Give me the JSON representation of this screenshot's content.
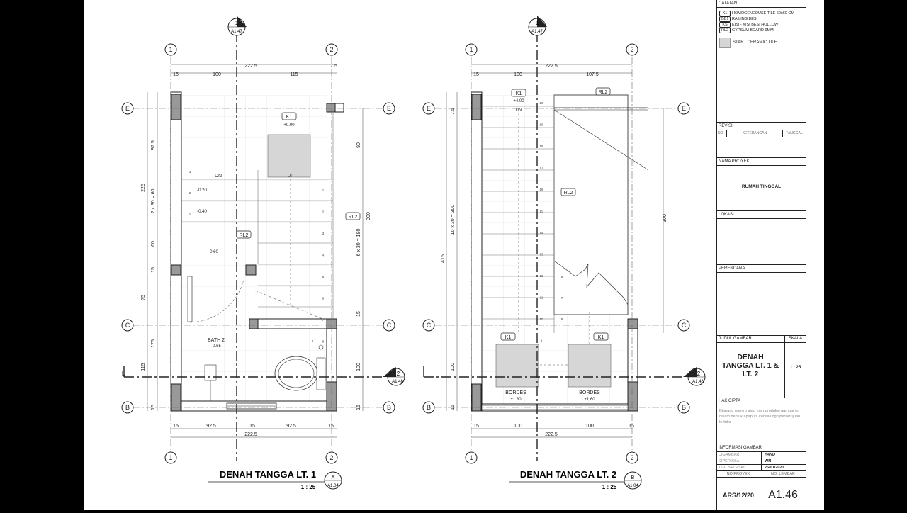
{
  "notes": {
    "header": "CATATAN",
    "items": [
      {
        "code": "K1",
        "text": "HOMOGENEOUSE TILE 60x60 CM"
      },
      {
        "code": "GB1",
        "text": "RAILING BESI"
      },
      {
        "code": "KS",
        "text": "KISI - KISI BESI HOLLOW"
      },
      {
        "code": "RL2",
        "text": "GYPSUM BOARD 9MM"
      }
    ],
    "legend_text": "START CERAMIC TILE"
  },
  "revisi": {
    "header": "REVISI",
    "cols": [
      "NO",
      "KETERANGAN",
      "TANGGAL"
    ]
  },
  "project": {
    "header": "NAMA PROYEK",
    "name": "RUMAH TINGGAL"
  },
  "lokasi": {
    "header": "LOKASI",
    "value": "-"
  },
  "perencana": {
    "header": "PERENCANA"
  },
  "judul": {
    "header": "JUDUL GAMBAR",
    "skala_header": "SKALA",
    "title_l1": "DENAH",
    "title_l2": "TANGGA LT. 1 &",
    "title_l3": "LT. 2",
    "scale": "1 : 25"
  },
  "hak_cipta": {
    "header": "HAK CIPTA",
    "lines": [
      "Dilarang meniru atau memproduksi gambar ini",
      "dalam bentuk apapun, kecuali dgn persetujuan",
      "tertulis"
    ]
  },
  "info": {
    "header": "INFORMASI GAMBAR",
    "rows": [
      {
        "label": "DIGAMBAR",
        "value": "H4ND"
      },
      {
        "label": "DIPERIKSA",
        "value": "WN"
      },
      {
        "label": "TGL. SELESAI",
        "value": "26/01/2021"
      }
    ],
    "proj_no_label": "NO.PROYEK",
    "sheet_no_label": "NO. LEMBAR",
    "proj_no": "ARS/12/20",
    "sheet_no": "A1.46"
  },
  "plan1": {
    "title": "DENAH TANGGA LT. 1",
    "scale": "1 : 25",
    "ref_letter": "A",
    "ref_sheet": "A1.04",
    "dims_top": [
      "222.5",
      "15",
      "100",
      "115",
      "7.5"
    ],
    "dims_bottom": [
      "15",
      "92.5",
      "15",
      "92.5",
      "15",
      "222.5"
    ],
    "dims_left": [
      "225",
      "97.5",
      "2 x 30 = 60",
      "60",
      "15",
      "75",
      "175",
      "115",
      "15"
    ],
    "dims_right": [
      "90",
      "300",
      "6 x 30 = 180",
      "15",
      "100",
      "15"
    ],
    "labels": {
      "k1": "K1",
      "k1_level": "+0.00",
      "dn": "DN",
      "up": "UP",
      "l020": "-0.20",
      "l040": "-0.40",
      "l060": "-0.60",
      "rl2": "RL2",
      "rl2b": "RL2",
      "bath": "BATH 2",
      "bath_level": "-0.65"
    },
    "steps": [
      "1",
      "2",
      "3",
      "4",
      "5",
      "6",
      "7",
      "8"
    ],
    "landing_steps": [
      "3",
      "2",
      "1"
    ]
  },
  "plan2": {
    "title": "DENAH TANGGA LT. 2",
    "scale": "1 : 25",
    "ref_letter": "B",
    "ref_sheet": "A1.04",
    "dims_top": [
      "222.5",
      "15",
      "100",
      "107.5"
    ],
    "dims_bottom": [
      "15",
      "100",
      "100",
      "15",
      "222.5"
    ],
    "dims_left": [
      "415",
      "7.5",
      "10 x 30 = 300",
      "100",
      "15"
    ],
    "dims_right": [
      "300"
    ],
    "labels": {
      "k1": "K1",
      "k1_level": "+4.00",
      "dn": "DN",
      "rl2a": "RL2",
      "rl2b": "RL2",
      "k1a": "K1",
      "k1b": "K1",
      "bordes1": "BORDES",
      "bordes1_level": "+1.80",
      "bordes2": "BORDES",
      "bordes2_level": "+1.60"
    },
    "steps": [
      "20",
      "19",
      "18",
      "17",
      "16",
      "15",
      "14",
      "13",
      "12",
      "11",
      "10",
      "9"
    ],
    "lower_steps": [
      "8",
      "7",
      "6"
    ]
  },
  "grid": {
    "one": "1",
    "two": "2",
    "E": "E",
    "C": "C",
    "B": "B",
    "sec1": "1",
    "sec1_sheet": "A1.47",
    "sec2": "2",
    "sec2_sheet": "A1.48",
    "cut": "L"
  },
  "colors": {
    "line": "#222222",
    "grid_line": "#d0d0d0",
    "hatch": "#d6d6d6"
  }
}
